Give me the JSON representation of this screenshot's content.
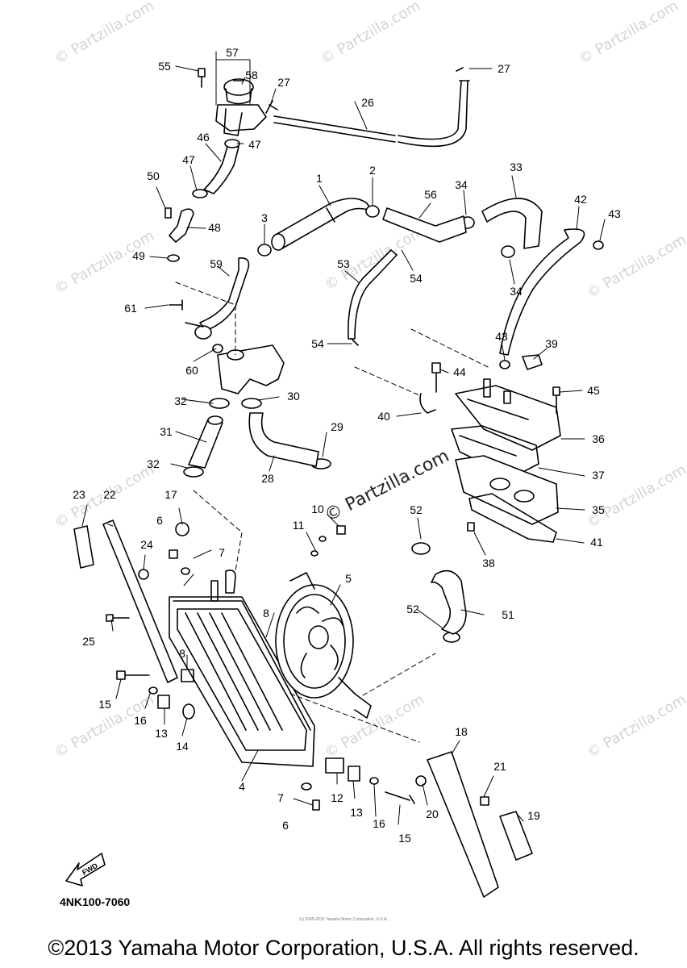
{
  "watermark_text": "© Partzilla.com",
  "center_watermark": "© Partzilla.com",
  "diagram_code": "4NK100-7060",
  "fwd_label": "FWD",
  "small_copyright": "(c) 2005-2016 Yamaha Motor Corporation, U.S.A.",
  "footer": "©2013 Yamaha Motor Corporation, U.S.A. All rights reserved.",
  "callouts": {
    "c1": "1",
    "c2": "2",
    "c3": "3",
    "c4": "4",
    "c5": "5",
    "c6a": "6",
    "c6b": "6",
    "c7a": "7",
    "c7b": "7",
    "c8a": "8",
    "c8b": "8",
    "c10": "10",
    "c11": "11",
    "c12": "12",
    "c13a": "13",
    "c13b": "13",
    "c14": "14",
    "c15a": "15",
    "c15b": "15",
    "c16a": "16",
    "c16b": "16",
    "c17": "17",
    "c18": "18",
    "c19": "19",
    "c20": "20",
    "c21": "21",
    "c22": "22",
    "c23": "23",
    "c24": "24",
    "c25": "25",
    "c26": "26",
    "c27a": "27",
    "c27b": "27",
    "c28": "28",
    "c29": "29",
    "c30": "30",
    "c31": "31",
    "c32a": "32",
    "c32b": "32",
    "c33": "33",
    "c34a": "34",
    "c34b": "34",
    "c35": "35",
    "c36": "36",
    "c37": "37",
    "c38": "38",
    "c39": "39",
    "c40": "40",
    "c41": "41",
    "c42": "42",
    "c43a": "43",
    "c43b": "43",
    "c44": "44",
    "c45": "45",
    "c46": "46",
    "c47a": "47",
    "c47b": "47",
    "c48": "48",
    "c49": "49",
    "c50": "50",
    "c51": "51",
    "c52a": "52",
    "c52b": "52",
    "c53": "53",
    "c54a": "54",
    "c54b": "54",
    "c55": "55",
    "c56": "56",
    "c57": "57",
    "c58": "58",
    "c59": "59",
    "c60": "60",
    "c61": "61"
  }
}
